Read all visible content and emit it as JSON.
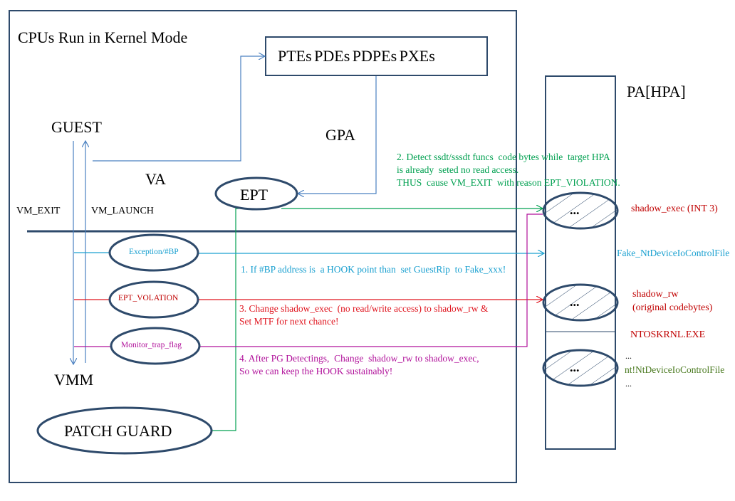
{
  "diagram": {
    "title": "CPUs Run in Kernel Mode",
    "page_tables": "PTEs  PDEs  PDPEs  PXEs",
    "pa_label": "PA[HPA]",
    "guest": "GUEST",
    "vmm": "VMM",
    "va": "VA",
    "gpa": "GPA",
    "ept": "EPT",
    "vm_exit": "VM_EXIT",
    "vm_launch": "VM_LAUNCH",
    "exception_bp": "Exception/#BP",
    "ept_violation": "EPT_VOLATION",
    "monitor_trap_flag": "Monitor_trap_flag",
    "patch_guard": "PATCH GUARD",
    "page_ellipsis": "...",
    "note2_line1": "2. Detect ssdt/sssdt funcs  code bytes while  target HPA",
    "note2_line2": "is already  seted no read access.",
    "note2_line3": "THUS  cause VM_EXIT  with reason EPT_VIOLATION.",
    "note1": "1. If #BP address is  a HOOK point than  set GuestRip  to Fake_xxx!",
    "note3_line1": "3. Change shadow_exec  (no read/write access) to shadow_rw &",
    "note3_line2": "Set MTF for next chance!",
    "note4_line1": "4. After PG Detectings,  Change  shadow_rw to shadow_exec,",
    "note4_line2": "So we can keep the HOOK sustainably!",
    "shadow_exec": "shadow_exec  (INT 3)",
    "fake_func": "Fake_NtDeviceIoControlFile",
    "shadow_rw_line1": "shadow_rw",
    "shadow_rw_line2": "(original  codebytes)",
    "ntoskrnl": "NTOSKRNL.EXE",
    "ellipsis_top": "...",
    "nt_func": "nt!NtDeviceIoControlFile",
    "ellipsis_bottom": "...",
    "colors": {
      "border": "#2e4a6b",
      "exit_cyan": "#1aa0d0",
      "violation_red": "#e0141e",
      "mtf_magenta": "#b0109a",
      "detect_green": "#00a050"
    }
  }
}
